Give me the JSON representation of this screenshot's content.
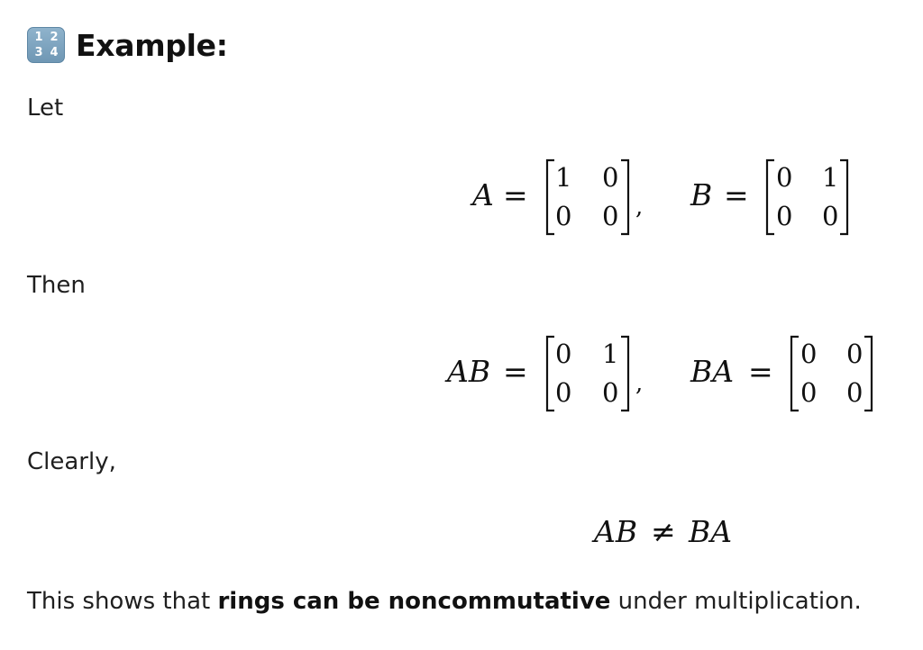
{
  "heading": {
    "icon": "input-numbers-icon",
    "icon_digits": [
      "1",
      "2",
      "3",
      "4"
    ],
    "title": "Example:"
  },
  "paragraphs": {
    "let": "Let",
    "then": "Then",
    "clearly": "Clearly,",
    "conclusion_prefix": "This shows that ",
    "conclusion_bold": "rings can be noncommutative",
    "conclusion_suffix": " under multiplication."
  },
  "equations": {
    "eq1": {
      "lhs1": "A",
      "op1": "=",
      "matrix1": [
        [
          "1",
          "0"
        ],
        [
          "0",
          "0"
        ]
      ],
      "sep": ",",
      "lhs2": "B",
      "op2": "=",
      "matrix2": [
        [
          "0",
          "1"
        ],
        [
          "0",
          "0"
        ]
      ]
    },
    "eq2": {
      "lhs1": "AB",
      "op1": "=",
      "matrix1": [
        [
          "0",
          "1"
        ],
        [
          "0",
          "0"
        ]
      ],
      "sep": ",",
      "lhs2": "BA",
      "op2": "=",
      "matrix2": [
        [
          "0",
          "0"
        ],
        [
          "0",
          "0"
        ]
      ]
    },
    "eq3": {
      "lhs": "AB",
      "op": "≠",
      "rhs": "BA"
    }
  }
}
